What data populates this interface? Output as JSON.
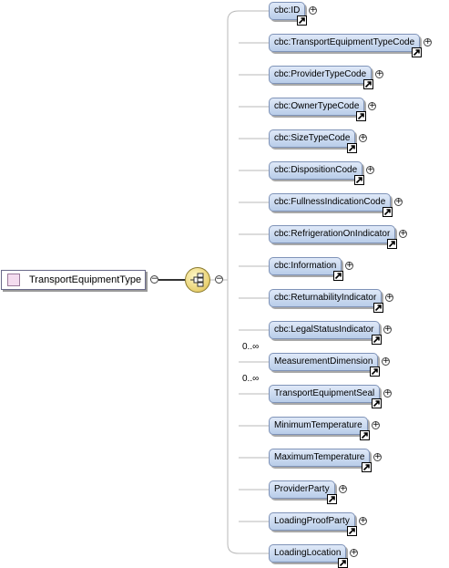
{
  "root": {
    "label": "TransportEquipmentType",
    "icon": "complex-type-icon"
  },
  "sequence": {
    "icon": "sequence-icon"
  },
  "elements": [
    {
      "name": "cbc:ID",
      "cardinality": ""
    },
    {
      "name": "cbc:TransportEquipmentTypeCode",
      "cardinality": ""
    },
    {
      "name": "cbc:ProviderTypeCode",
      "cardinality": ""
    },
    {
      "name": "cbc:OwnerTypeCode",
      "cardinality": ""
    },
    {
      "name": "cbc:SizeTypeCode",
      "cardinality": ""
    },
    {
      "name": "cbc:DispositionCode",
      "cardinality": ""
    },
    {
      "name": "cbc:FullnessIndicationCode",
      "cardinality": ""
    },
    {
      "name": "cbc:RefrigerationOnIndicator",
      "cardinality": ""
    },
    {
      "name": "cbc:Information",
      "cardinality": ""
    },
    {
      "name": "cbc:ReturnabilityIndicator",
      "cardinality": ""
    },
    {
      "name": "cbc:LegalStatusIndicator",
      "cardinality": ""
    },
    {
      "name": "MeasurementDimension",
      "cardinality": "0..∞"
    },
    {
      "name": "TransportEquipmentSeal",
      "cardinality": "0..∞"
    },
    {
      "name": "MinimumTemperature",
      "cardinality": ""
    },
    {
      "name": "MaximumTemperature",
      "cardinality": ""
    },
    {
      "name": "ProviderParty",
      "cardinality": ""
    },
    {
      "name": "LoadingProofParty",
      "cardinality": ""
    },
    {
      "name": "LoadingLocation",
      "cardinality": ""
    }
  ],
  "colors": {
    "element_fill": "#c9d9f0",
    "root_fill": "#ffffff",
    "sequence_fill": "#e8d070",
    "connector": "#b8b8b8"
  }
}
